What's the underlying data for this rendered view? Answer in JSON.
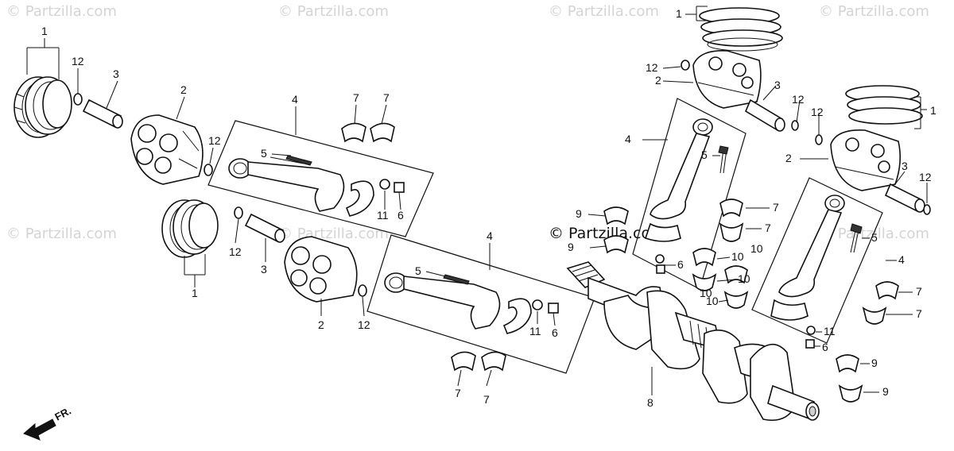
{
  "watermarks": {
    "faint": "© Partzilla.com",
    "center": "© Partzilla.com"
  },
  "direction_label": "FR.",
  "callouts": {
    "one": "1",
    "two": "2",
    "three": "3",
    "four": "4",
    "five": "5",
    "six": "6",
    "seven": "7",
    "eight": "8",
    "nine": "9",
    "ten": "10",
    "eleven": "11",
    "twelve": "12"
  },
  "parts": [
    {
      "ref": "1",
      "name": "piston-ring-set"
    },
    {
      "ref": "2",
      "name": "piston"
    },
    {
      "ref": "3",
      "name": "piston-pin"
    },
    {
      "ref": "4",
      "name": "connecting-rod-assembly"
    },
    {
      "ref": "5",
      "name": "connecting-rod-bolt"
    },
    {
      "ref": "6",
      "name": "connecting-rod-nut"
    },
    {
      "ref": "7",
      "name": "connecting-rod-bearing"
    },
    {
      "ref": "8",
      "name": "crankshaft"
    },
    {
      "ref": "9",
      "name": "main-bearing"
    },
    {
      "ref": "10",
      "name": "main-bearing"
    },
    {
      "ref": "11",
      "name": "washer"
    },
    {
      "ref": "12",
      "name": "piston-pin-clip"
    }
  ]
}
